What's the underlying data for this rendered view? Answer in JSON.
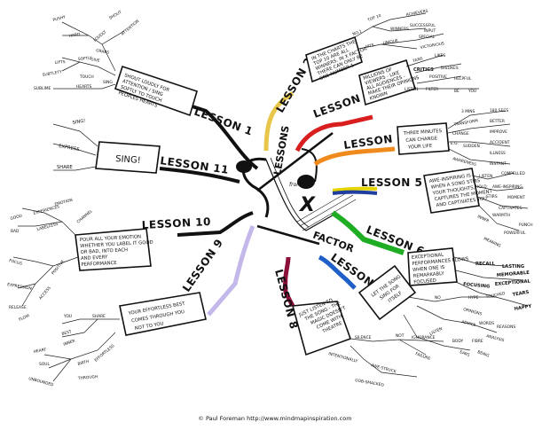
{
  "center": {
    "word1": "LESSONS",
    "word2": "from",
    "word3": "FACTOR"
  },
  "footer": "© Paul Foreman http://www.mindmapinspiration.com",
  "lessons": [
    {
      "label": "LESSON 1",
      "color": "#111111",
      "box_lines": [
        "SHOUT LOUDLY FOR",
        "ATTENTION / SING",
        "SOFTLY TO TOUCH",
        "PEOPLES HEARTS"
      ],
      "keywords": [
        "PUSHY",
        "HARD",
        "LOUDLY",
        "SHOUT",
        "GRABS",
        "ATTENTION",
        "GIVE",
        "SOFTLY",
        "LIFTS",
        "TOUCH",
        "SING",
        "SUBTLETY",
        "HEARTS",
        "SUBLIME"
      ]
    },
    {
      "label": "LESSON 2",
      "color": "#e8c64a",
      "box_lines": [
        "IN THE CHARTS THE",
        "TOP 10 ARE ALL",
        "WINNERS. IN X FACTOR",
        "THERE CAN ONLY BE",
        "ONE NUMBER 1"
      ],
      "keywords": [
        "NO.1",
        "TOP 10",
        "WINNERS",
        "ACHIEVERS",
        "SUCCESSFUL",
        "HITS",
        "UNIQUE",
        "SPECIAL",
        "VICTORIOUS",
        "INPUT"
      ]
    },
    {
      "label": "LESSON 3",
      "color": "#d81e1e",
      "box_lines": [
        "MILLIONS OF",
        "VIEWERS - LIKE",
        "ALL AUDIENCES -",
        "MAKE THEIR OPINIONS",
        "KNOWN"
      ],
      "keywords": [
        "FANS",
        "LIKES",
        "CRITICS",
        "DISLIKES",
        "POSITIVE",
        "HELPFUL",
        "LISTEN",
        "FILTER",
        "BE",
        "YOU"
      ]
    },
    {
      "label": "LESSON 4",
      "color": "#f08a1c",
      "box_lines": [
        "THREE MINUTES",
        "CAN CHANGE",
        "YOUR LIFE"
      ],
      "keywords": [
        "3 MINS",
        "180 SECS",
        "TRANSFORM",
        "BETTER",
        "CHANGE",
        "IMPROVE",
        "E.G.",
        "SUDDEN",
        "ACCIDENT",
        "AWARENESS",
        "ILLNESS",
        "INSTANT"
      ]
    },
    {
      "label": "LESSON 5",
      "color": "#1f3f9e",
      "box_lines": [
        "AWE-INSPIRING IS",
        "WHEN A SONG STIRS",
        "YOUR THOUGHTS,",
        "CAPTURES THE MOMENT",
        "AND CAPTIVATES YOU"
      ],
      "keywords": [
        "LISTEN",
        "COMPELLED",
        "HOLD",
        "AWE-INSPIRING",
        "STIRS",
        "MOMENT",
        "CAPTIVATES",
        "INNER",
        "WARMTH",
        "PUNCH",
        "POWERFUL",
        "MEANING"
      ]
    },
    {
      "label": "LESSON 6",
      "color": "#1fae23",
      "box_lines": [
        "EXCEPTIONAL",
        "PERFORMANCES FLOWS",
        "WHEN ONE IS",
        "REMARKABLY",
        "FOCUSED"
      ],
      "keywords": [
        "RECALL",
        "LASTING",
        "MEMORABLE",
        "EXCEPTIONAL",
        "FOCUSING",
        "TEARS",
        "TOUCHED",
        "HAPPY"
      ]
    },
    {
      "label": "LESSON 7",
      "color": "#1f5fc8",
      "box_lines": [
        "LET THE SONG",
        "SING FOR",
        "ITSELF"
      ],
      "keywords": [
        "NO",
        "HYPE",
        "OPINIONS",
        "ADVICE",
        "WORDS",
        "REASONS",
        "ANALYSIS",
        "LISTEN",
        "BODY",
        "FIBRE",
        "BEING",
        "EARS"
      ]
    },
    {
      "label": "LESSON 8",
      "color": "#8b0f3a",
      "box_lines": [
        "JUST LISTEN TO",
        "THE SONG - THE",
        "MAGIC DOESN'T",
        "COME WITH",
        "THEATRE"
      ],
      "keywords": [
        "SILENCE",
        "NOT",
        "IGNORANCE",
        "FAILURE",
        "INTENTIONALLY",
        "AWE-STRUCK",
        "GOB-SMACKED"
      ]
    },
    {
      "label": "LESSON 9",
      "color": "#c4b8ea",
      "box_lines": [
        "YOUR EFFORTLESS BEST",
        "COMES THROUGH YOU",
        "NOT TO YOU"
      ],
      "keywords": [
        "YOU",
        "SHARE",
        "BEST",
        "INNER",
        "BIRTH",
        "EFFORTLESS",
        "HEART",
        "SOUL",
        "UNBOUNDED",
        "THROUGH"
      ]
    },
    {
      "label": "LESSON 10",
      "color": "#111111",
      "box_lines": [
        "POUR ALL YOUR EMOTION",
        "WHETHER YOU LABEL IT GOOD",
        "OR BAD, INTO EACH",
        "AND EVERY",
        "PERFORMANCE"
      ],
      "keywords": [
        "EMOTION",
        "CHANNEL",
        "EXPERIENCES",
        "GOOD",
        "BAD",
        "LABELLESS",
        "FOCUS",
        "POSITIVE",
        "EXPRESSION",
        "ACCESS",
        "RELEASE",
        "FLOW"
      ]
    },
    {
      "label": "LESSON 11",
      "color": "#111111",
      "box_lines": [
        "SING!"
      ],
      "keywords": [
        "SING!",
        "EXPRESS",
        "SHARE"
      ]
    }
  ]
}
